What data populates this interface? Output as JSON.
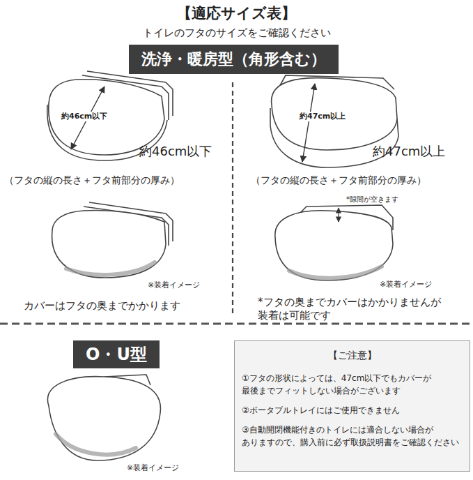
{
  "diagram": {
    "title": "【適応サイズ表】",
    "nodes": [
      {
        "text": [
          "洗浄・暖房型（角形含む）"
        ]
      },
      {
        "text": [
          "O・U型"
        ]
      },
      {
        "text": [
          "【ご注意】",
          "①フタの形状によっては、47cm以下でもカバーが 最後までフィットしない場合がございます",
          "②ポータブルトレイにはご使用できません",
          "③自動開閉機能付きのトイレには適合しない場合が ありますので、購入前に必ず取扱説明書をご確認ください"
        ]
      }
    ],
    "labels": [
      "トイレのフタのサイズをご確認ください",
      "約46cm以下",
      "約46cm以下",
      "（フタの縦の長さ＋フタ前部分の厚み）",
      "約47cm以上",
      "約47cm以上",
      "（フタの縦の長さ＋フタ前部分の厚み）",
      "※装着イメージ",
      "カバーはフタの奥までかかります",
      "*隙間が空きます",
      "※装着イメージ",
      "*フタの奥までカバーはかかりませんが 装着は可能です",
      "※装着イメージ"
    ]
  }
}
